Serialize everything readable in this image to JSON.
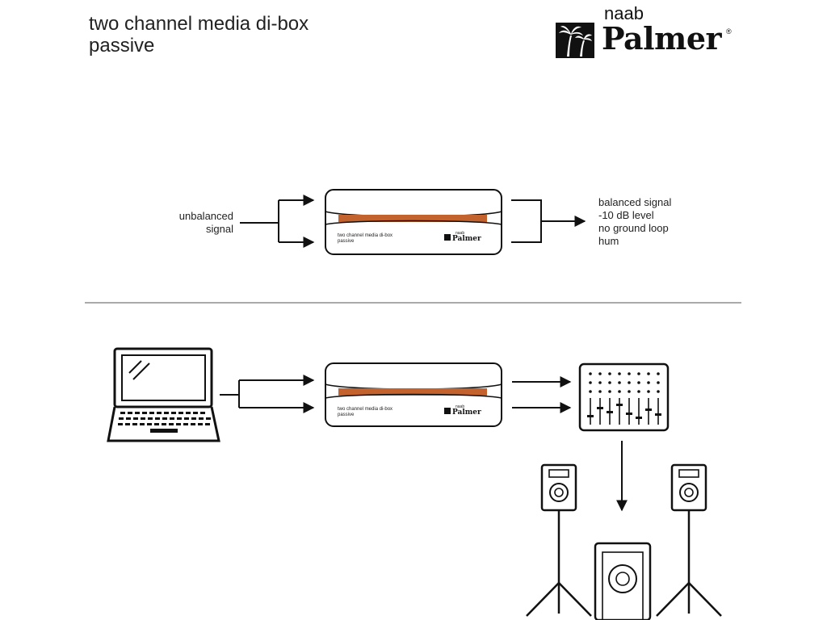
{
  "header": {
    "title_line1": "two channel media di-box",
    "title_line2": "passive",
    "brand_top": "naab",
    "brand_name": "Palmer",
    "brand_registered": "®"
  },
  "device": {
    "model_line1": "two channel media di-box",
    "model_line2": "passive",
    "brand_top": "naab",
    "brand_name": "Palmer",
    "stripe_color": "#c4622d"
  },
  "top_diagram": {
    "input_label_line1": "unbalanced",
    "input_label_line2": "signal",
    "output_label_lines": [
      "balanced signal",
      "-10 dB level",
      "no ground loop",
      "hum"
    ]
  },
  "bottom_diagram": {
    "source": "laptop-icon",
    "mixer": "mixing-console-icon",
    "speakers": [
      "studio-monitor-left-icon",
      "studio-monitor-right-icon"
    ],
    "subwoofer": "subwoofer-icon"
  }
}
